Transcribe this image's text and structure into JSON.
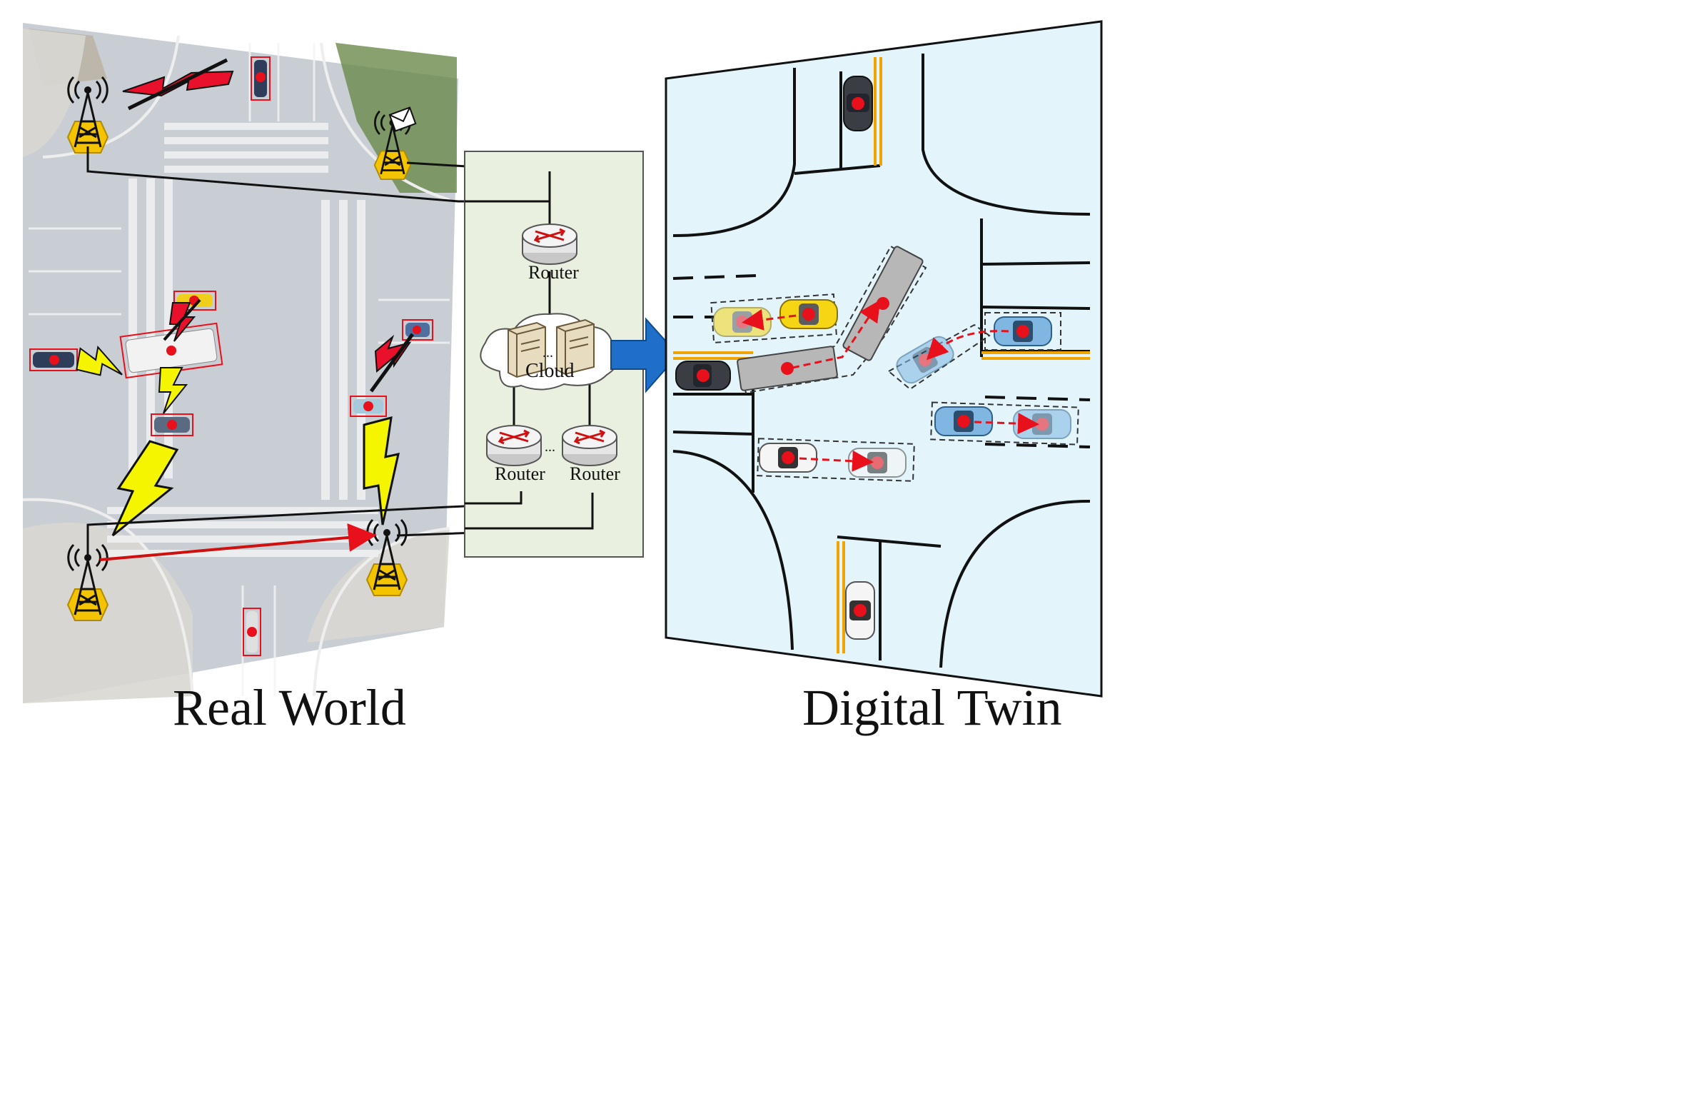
{
  "captions": {
    "left": "Real World",
    "right": "Digital Twin"
  },
  "network": {
    "router_top_label": "Router",
    "cloud_label": "Cloud",
    "ellipsis": "...",
    "router_left_label": "Router",
    "router_right_label": "Router"
  },
  "colors": {
    "panel_bg": "#e9f0df",
    "twin_bg": "#e3f5fb",
    "arrow_blue": "#1f6fc8",
    "lightning": "#f5f500",
    "broken_link": "#e8102a",
    "tower": "#f5c400",
    "lane_yellow": "#f0a400",
    "marker_red": "#e8101a"
  },
  "icons": [
    "cell-tower-icon",
    "router-icon",
    "server-icon",
    "cloud-icon",
    "lightning-icon",
    "broken-link-icon",
    "car-icon",
    "bus-icon",
    "big-arrow-icon"
  ]
}
